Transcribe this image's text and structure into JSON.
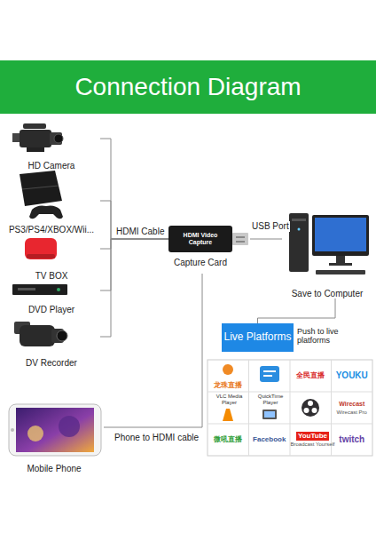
{
  "diagram": {
    "title": "Connection Diagram",
    "nodes": [
      {
        "text": [
          "HD Camera"
        ]
      },
      {
        "text": [
          "PS3/PS4/XBOX/Wii..."
        ]
      },
      {
        "text": [
          "TV BOX"
        ]
      },
      {
        "text": [
          "DVD Player"
        ]
      },
      {
        "text": [
          "DV Recorder"
        ]
      },
      {
        "text": [
          "HDMI Video Capture",
          "Capture Card"
        ]
      },
      {
        "text": [
          "Save to Computer"
        ]
      },
      {
        "text": [
          "Live Platforms"
        ]
      },
      {
        "text": [
          "龙珠直播"
        ]
      },
      {
        "text": [
          "全民直播"
        ]
      },
      {
        "text": [
          "YOUKU"
        ]
      },
      {
        "text": [
          "VLC Media Player"
        ]
      },
      {
        "text": [
          "QuickTime Player"
        ]
      },
      {
        "text": [
          "Wirecast",
          "Wirecast Pro"
        ]
      },
      {
        "text": [
          "微吼直播"
        ]
      },
      {
        "text": [
          "Facebook"
        ]
      },
      {
        "text": [
          "YouTube",
          "Broadcast Yourself"
        ]
      },
      {
        "text": [
          "twitch"
        ]
      },
      {
        "text": [
          "Mobile Phone"
        ]
      }
    ],
    "edges": [
      {
        "from": 0,
        "to": 5,
        "arrow": "none"
      },
      {
        "from": 1,
        "to": 5,
        "arrow": "none"
      },
      {
        "from": 2,
        "to": 5,
        "label": "HDMI Cable",
        "arrow": "none"
      },
      {
        "from": 3,
        "to": 5,
        "arrow": "none"
      },
      {
        "from": 4,
        "to": 5,
        "arrow": "none"
      },
      {
        "from": 5,
        "to": 6,
        "label": "USB Port",
        "arrow": "none"
      },
      {
        "from": 6,
        "to": 7,
        "label": "Push to live platforms",
        "arrow": "none"
      },
      {
        "from": 18,
        "to": 5,
        "label": "Phone to HDMI cable",
        "arrow": "none"
      }
    ]
  }
}
